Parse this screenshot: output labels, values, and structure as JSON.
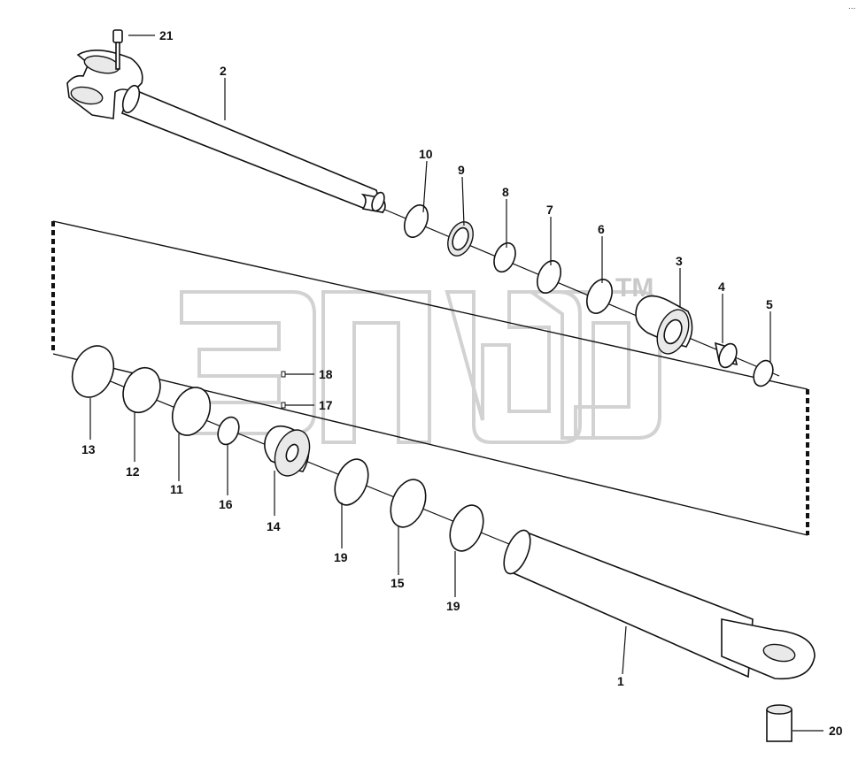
{
  "watermark": {
    "trademark": "TM"
  },
  "corner_mark": "...",
  "callouts": [
    {
      "id": "p1",
      "label": "1"
    },
    {
      "id": "p2",
      "label": "2"
    },
    {
      "id": "p3",
      "label": "3"
    },
    {
      "id": "p4",
      "label": "4"
    },
    {
      "id": "p5",
      "label": "5"
    },
    {
      "id": "p6",
      "label": "6"
    },
    {
      "id": "p7",
      "label": "7"
    },
    {
      "id": "p8",
      "label": "8"
    },
    {
      "id": "p9",
      "label": "9"
    },
    {
      "id": "p10",
      "label": "10"
    },
    {
      "id": "p11",
      "label": "11"
    },
    {
      "id": "p12",
      "label": "12"
    },
    {
      "id": "p13",
      "label": "13"
    },
    {
      "id": "p14",
      "label": "14"
    },
    {
      "id": "p15",
      "label": "15"
    },
    {
      "id": "p16",
      "label": "16"
    },
    {
      "id": "p17",
      "label": "17"
    },
    {
      "id": "p18",
      "label": "18"
    },
    {
      "id": "p19a",
      "label": "19"
    },
    {
      "id": "p19b",
      "label": "19"
    },
    {
      "id": "p20",
      "label": "20"
    },
    {
      "id": "p21",
      "label": "21"
    }
  ]
}
